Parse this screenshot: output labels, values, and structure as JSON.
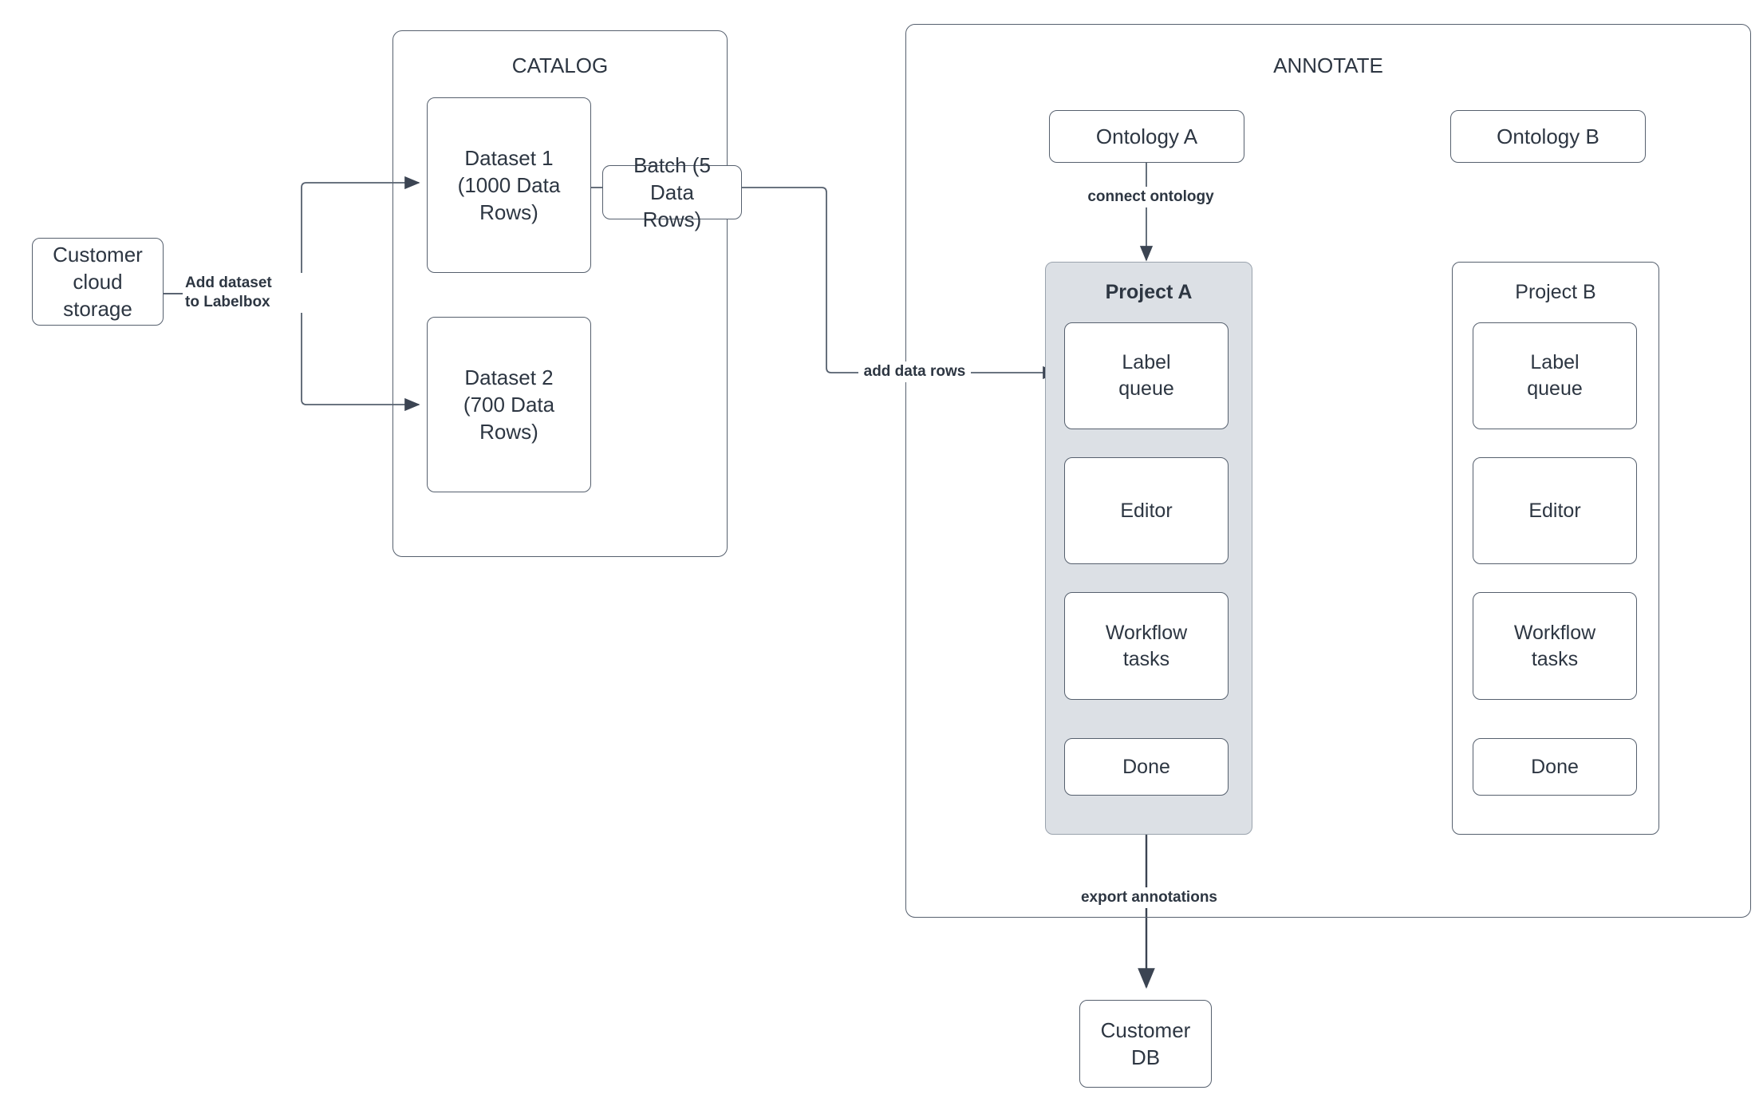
{
  "diagram": {
    "title": "Labelbox data flow",
    "colors": {
      "stroke": "#56606e",
      "text": "#2d3642",
      "lane_shaded_fill": "#dce0e5",
      "lane_shaded_stroke": "#9aa3ad",
      "background": "#ffffff"
    }
  },
  "groups": {
    "catalog": {
      "title": "CATALOG"
    },
    "annotate": {
      "title": "ANNOTATE"
    }
  },
  "nodes": {
    "customer_cloud_storage": {
      "label": "Customer\ncloud storage"
    },
    "dataset_1": {
      "label": "Dataset 1\n(1000 Data Rows)"
    },
    "dataset_2": {
      "label": "Dataset 2\n(700 Data Rows)"
    },
    "batch": {
      "label": "Batch (5 Data\nRows)"
    },
    "ontology_a": {
      "label": "Ontology A"
    },
    "ontology_b": {
      "label": "Ontology B"
    },
    "customer_db": {
      "label": "Customer DB"
    }
  },
  "lanes": {
    "project_a": {
      "title": "Project A",
      "steps": [
        {
          "label": "Label\nqueue"
        },
        {
          "label": "Editor"
        },
        {
          "label": "Workflow\ntasks"
        },
        {
          "label": "Done"
        }
      ]
    },
    "project_b": {
      "title": "Project B",
      "steps": [
        {
          "label": "Label\nqueue"
        },
        {
          "label": "Editor"
        },
        {
          "label": "Workflow\ntasks"
        },
        {
          "label": "Done"
        }
      ]
    }
  },
  "edge_labels": {
    "add_dataset": "Add dataset\nto Labelbox",
    "add_data_rows": "add data rows",
    "connect_ontology": "connect ontology",
    "export_annotations": "export annotations"
  }
}
